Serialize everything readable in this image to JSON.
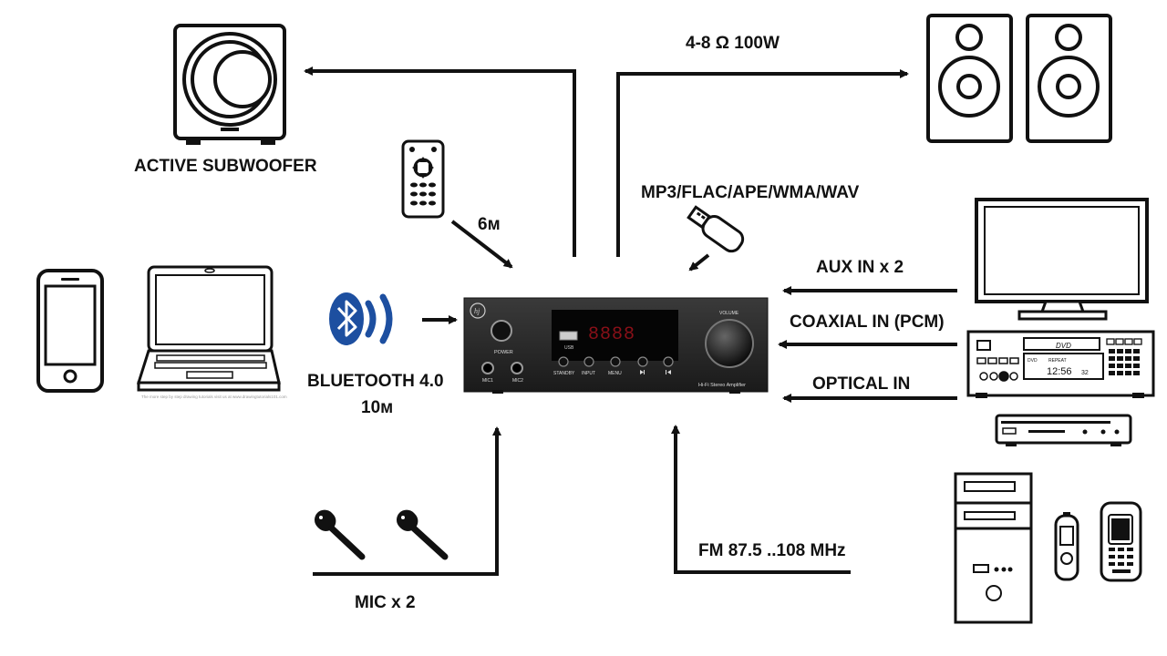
{
  "labels": {
    "subwoofer": "ACTIVE SUBWOOFER",
    "speakers": "4-8 Ω 100W",
    "formats": "MP3/FLAC/APE/WMA/WAV",
    "remote_range": "6м",
    "aux": "AUX IN x 2",
    "coaxial": "COAXIAL IN (PCM)",
    "optical": "OPTICAL IN",
    "bluetooth": "BLUETOOTH 4.0",
    "bluetooth_range": "10м",
    "mic": "MIC x 2",
    "fm": "FM 87.5 ..108 MHz"
  },
  "amplifier": {
    "power": "POWER",
    "mic1": "MIC1",
    "mic2": "MIC2",
    "usb": "USB",
    "standby": "STANDBY",
    "input": "INPUT",
    "menu": "MENU",
    "volume": "VOLUME",
    "model": "Hi-Fi Stereo Amplifier",
    "display": "8888"
  },
  "dvd": {
    "tray": "DVD",
    "clock": "12:56",
    "clock_sec": "32",
    "dvd_tag": "DVD",
    "repeat": "REPEAT"
  },
  "laptop_caption": "The more step by step drawing tutorials visit us at www.drawingtutorials101.com",
  "colors": {
    "line": "#111111",
    "bluetooth": "#1d4fa0",
    "panel": "#2a2a2a",
    "display_red": "#c0121c"
  }
}
